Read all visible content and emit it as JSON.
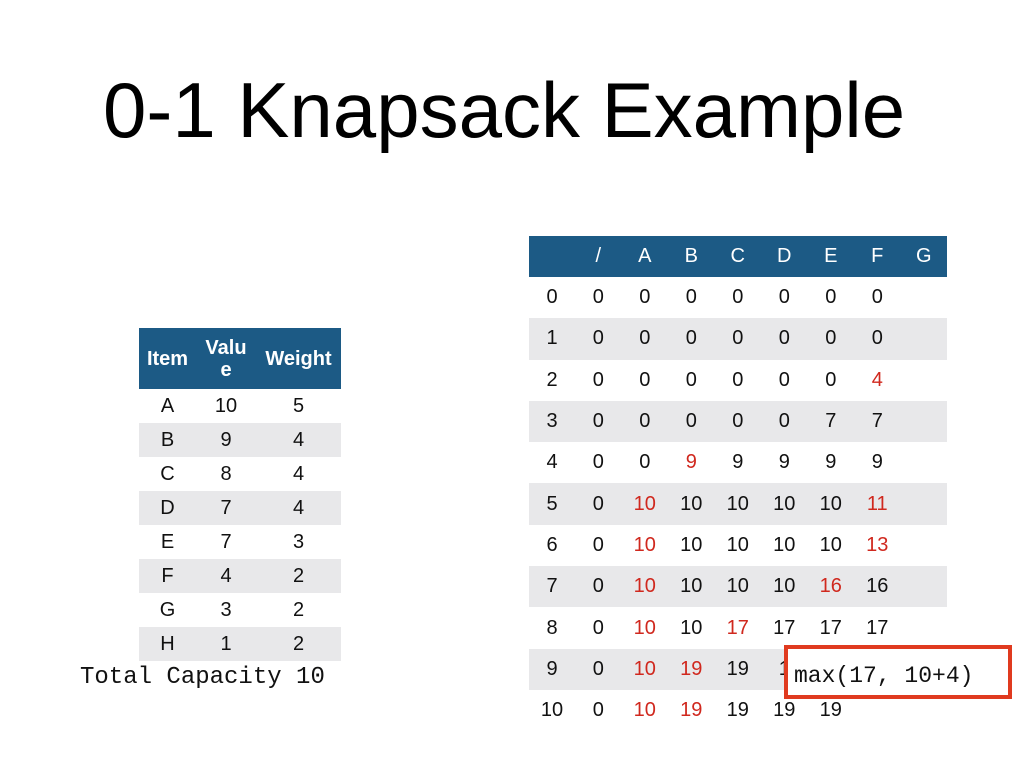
{
  "title": "0-1 Knapsack Example",
  "items_table": {
    "headers": {
      "item": "Item",
      "value_line1": "Valu",
      "value_line2": "e",
      "weight": "Weight"
    },
    "rows": [
      {
        "item": "A",
        "value": "10",
        "weight": "5"
      },
      {
        "item": "B",
        "value": "9",
        "weight": "4"
      },
      {
        "item": "C",
        "value": "8",
        "weight": "4"
      },
      {
        "item": "D",
        "value": "7",
        "weight": "4"
      },
      {
        "item": "E",
        "value": "7",
        "weight": "3"
      },
      {
        "item": "F",
        "value": "4",
        "weight": "2"
      },
      {
        "item": "G",
        "value": "3",
        "weight": "2"
      },
      {
        "item": "H",
        "value": "1",
        "weight": "2"
      }
    ]
  },
  "capacity_label": "Total Capacity 10",
  "dp_table": {
    "headers": [
      "",
      "/",
      "A",
      "B",
      "C",
      "D",
      "E",
      "F",
      "G"
    ],
    "highlight_color": "#d0281e",
    "rows": [
      {
        "cells": [
          "0",
          "0",
          "0",
          "0",
          "0",
          "0",
          "0",
          "0",
          ""
        ],
        "hl": []
      },
      {
        "cells": [
          "1",
          "0",
          "0",
          "0",
          "0",
          "0",
          "0",
          "0",
          ""
        ],
        "hl": []
      },
      {
        "cells": [
          "2",
          "0",
          "0",
          "0",
          "0",
          "0",
          "0",
          "4",
          ""
        ],
        "hl": [
          7
        ]
      },
      {
        "cells": [
          "3",
          "0",
          "0",
          "0",
          "0",
          "0",
          "7",
          "7",
          ""
        ],
        "hl": []
      },
      {
        "cells": [
          "4",
          "0",
          "0",
          "9",
          "9",
          "9",
          "9",
          "9",
          ""
        ],
        "hl": [
          3
        ]
      },
      {
        "cells": [
          "5",
          "0",
          "10",
          "10",
          "10",
          "10",
          "10",
          "11",
          ""
        ],
        "hl": [
          2,
          7
        ]
      },
      {
        "cells": [
          "6",
          "0",
          "10",
          "10",
          "10",
          "10",
          "10",
          "13",
          ""
        ],
        "hl": [
          2,
          7
        ]
      },
      {
        "cells": [
          "7",
          "0",
          "10",
          "10",
          "10",
          "10",
          "16",
          "16",
          ""
        ],
        "hl": [
          2,
          6
        ]
      },
      {
        "cells": [
          "8",
          "0",
          "10",
          "10",
          "17",
          "17",
          "17",
          "17",
          ""
        ],
        "hl": [
          2,
          4
        ]
      },
      {
        "cells": [
          "9",
          "0",
          "10",
          "19",
          "19",
          "1",
          "",
          "",
          ""
        ],
        "hl": [
          2,
          3
        ]
      },
      {
        "cells": [
          "10",
          "0",
          "10",
          "19",
          "19",
          "19",
          "19",
          "",
          ""
        ],
        "hl": [
          2,
          3
        ]
      }
    ]
  },
  "callout_text": "max(17, 10+4)",
  "colors": {
    "header_bg": "#1c5a85",
    "row_stripe": "#e8e8ea",
    "callout_border": "#e03a1f"
  }
}
